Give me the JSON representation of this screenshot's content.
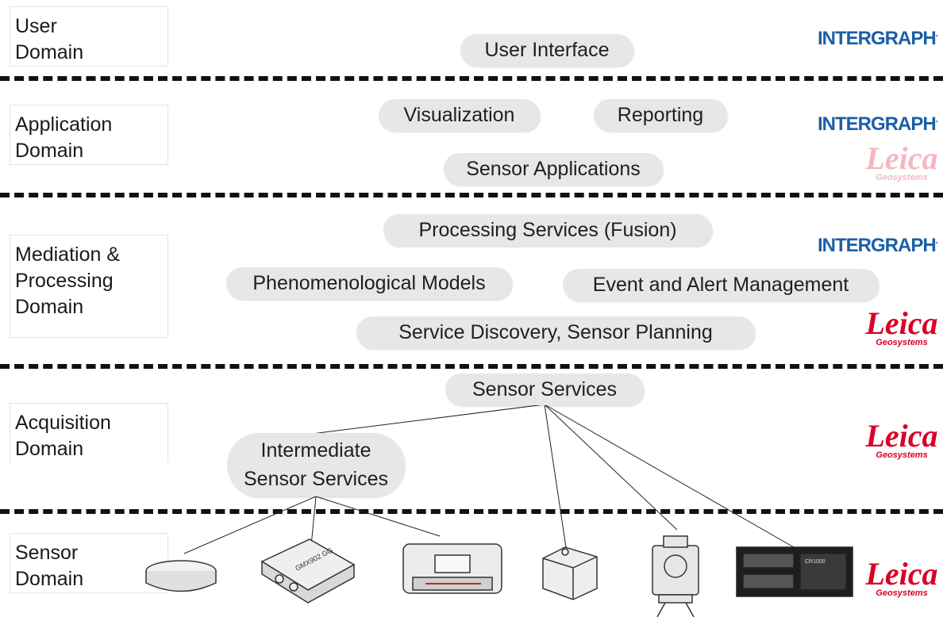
{
  "domains": {
    "user": "User\nDomain",
    "application": "Application\nDomain",
    "mediation": "Mediation &\nProcessing\nDomain",
    "acquisition": "Acquisition\nDomain",
    "sensor": "Sensor\nDomain"
  },
  "services": {
    "user_interface": "User Interface",
    "visualization": "Visualization",
    "reporting": "Reporting",
    "sensor_applications": "Sensor Applications",
    "processing_services": "Processing Services (Fusion)",
    "phenomenological_models": "Phenomenological Models",
    "event_alert": "Event and Alert Management",
    "service_discovery": "Service Discovery, Sensor Planning",
    "sensor_services": "Sensor Services",
    "intermediate_sensor_services": "Intermediate\nSensor Services"
  },
  "logos": {
    "intergraph": "INTERGRAPH",
    "leica": "Leica",
    "geosystems": "Geosystems"
  },
  "sensor_device_labels": {
    "gmx902": "GMX902 GG",
    "cr1000": "CR1000"
  },
  "colors": {
    "pill_bg": "#e7e7e7",
    "intergraph_blue": "#1b5fa8",
    "leica_red": "#d90026"
  }
}
